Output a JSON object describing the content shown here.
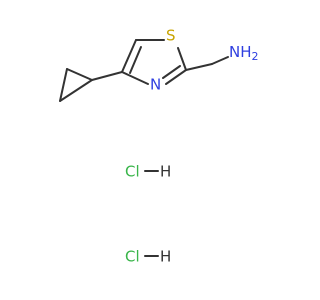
{
  "molecule": {
    "atoms": {
      "sulfur": "S",
      "nitrogen_ring": "N",
      "amine": "NH",
      "amine_h_count": "2"
    },
    "salts": [
      {
        "cl": "Cl",
        "h": "H"
      },
      {
        "cl": "Cl",
        "h": "H"
      }
    ]
  },
  "colors": {
    "bond": "#333333",
    "sulfur": "#c8a400",
    "nitrogen": "#2f3fe0",
    "chlorine": "#39b54a",
    "hydrogen": "#333333"
  }
}
